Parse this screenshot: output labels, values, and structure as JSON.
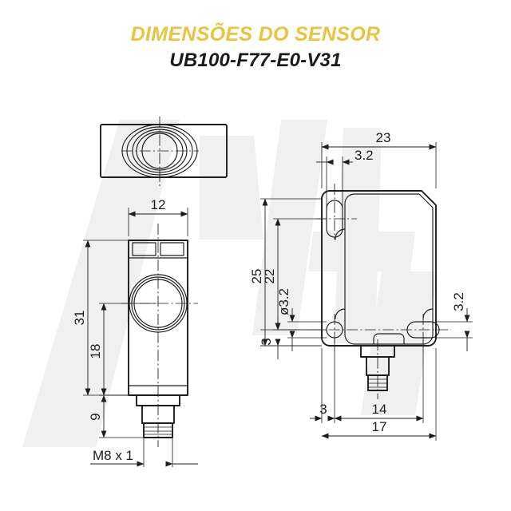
{
  "header": {
    "title": "DIMENSÕES DO SENSOR",
    "subtitle": "UB100-F77-E0-V31",
    "title_color": "#eac33f",
    "subtitle_color": "#1b1b1b"
  },
  "drawing": {
    "background": "#ffffff",
    "line_color": "#1d1d1b",
    "watermark_color": "#f0f0f0",
    "watermark_text": "RH",
    "units": "mm",
    "views": [
      {
        "id": "top-view",
        "label": "top view"
      },
      {
        "id": "side-view",
        "label": "side view"
      },
      {
        "id": "front-view",
        "label": "front view"
      }
    ]
  },
  "dimensions": {
    "side_width": "12",
    "side_total_height": "31",
    "side_axis_height": "18",
    "side_connector_height": "9",
    "thread_callout": "M8 x 1",
    "front_width": "23",
    "front_slot_width": "3.2",
    "front_total_height": "25",
    "front_slot_span": "22",
    "front_hole_dia": "ø3.2",
    "front_bottom_offset": "3",
    "front_right_offset": "3.2",
    "bottom_left_offset": "3",
    "bottom_connector": "14",
    "bottom_total": "17"
  }
}
